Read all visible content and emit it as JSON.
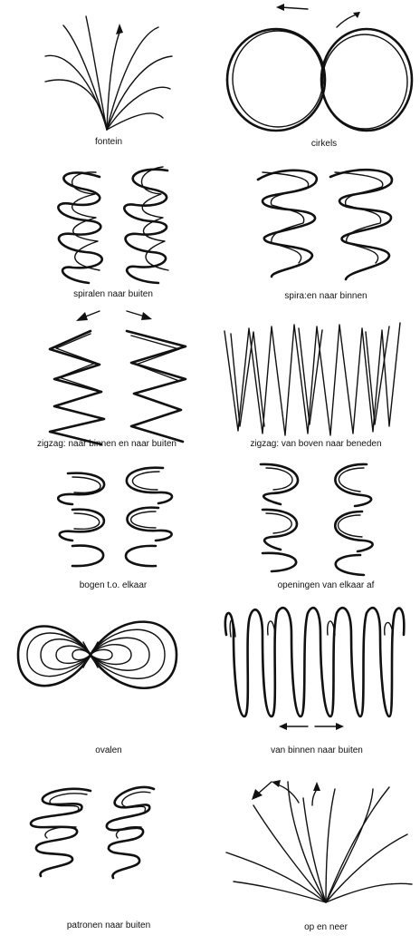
{
  "stroke_color": "#111111",
  "background_color": "#ffffff",
  "patterns": [
    {
      "id": "fontein",
      "label": "fontein"
    },
    {
      "id": "cirkels",
      "label": "cirkels"
    },
    {
      "id": "spiralen-naar-buiten",
      "label": "spiralen naar  buiten"
    },
    {
      "id": "spiralen-naar-binnen",
      "label": "spira:en naar   binnen"
    },
    {
      "id": "zigzag-binnen-buiten",
      "label": "zigzag: naar binnen en naar buiten"
    },
    {
      "id": "zigzag-boven-beneden",
      "label": "zigzag: van boven naar beneden"
    },
    {
      "id": "bogen",
      "label": "bogen   t.o. elkaar"
    },
    {
      "id": "openingen",
      "label": "openingen van elkaar af"
    },
    {
      "id": "ovalen",
      "label": "ovalen"
    },
    {
      "id": "van-binnen-naar-buiten",
      "label": "van binnen naar buiten"
    },
    {
      "id": "patronen-naar-buiten",
      "label": "patronen naar buiten"
    },
    {
      "id": "op-en-neer",
      "label": "op en neer"
    }
  ]
}
